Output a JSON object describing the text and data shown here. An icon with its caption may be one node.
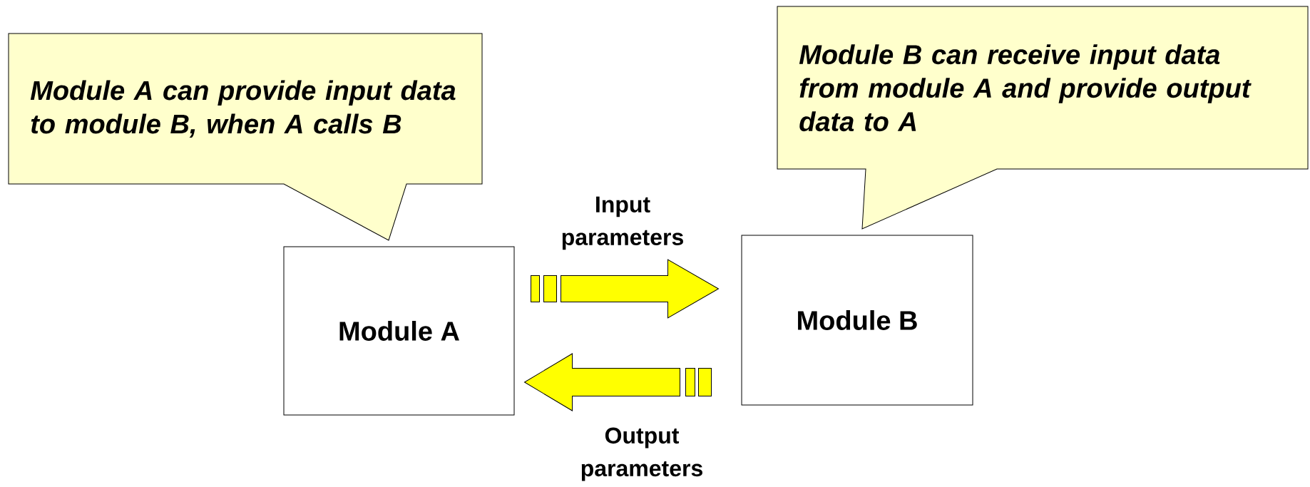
{
  "diagram": {
    "nodes": [
      {
        "text": [
          "Module A can provide input data to module B, when A calls B"
        ]
      },
      {
        "text": [
          "Module B can receive input data from module A and provide output data to A"
        ]
      },
      {
        "text": [
          "Module A"
        ]
      },
      {
        "text": [
          "Module B"
        ]
      }
    ],
    "edges": [
      {
        "from": 2,
        "to": 3,
        "arrow": "to",
        "label": "Input parameters"
      },
      {
        "from": 3,
        "to": 2,
        "arrow": "to",
        "label": "Output parameters"
      }
    ]
  }
}
